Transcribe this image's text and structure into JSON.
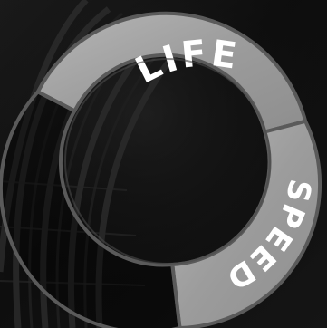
{
  "ring": {
    "segments": [
      {
        "id": "life",
        "label": "LIFE",
        "state": "active"
      },
      {
        "id": "speed",
        "label": "SPEED",
        "state": "active"
      },
      {
        "id": "empty",
        "label": "",
        "state": "inactive"
      }
    ],
    "active_fill": "#a9a9a9",
    "inactive_fill": "#000000",
    "outline": "#5a5a5a",
    "label_color": "#ffffff"
  },
  "background": {
    "theme": "dark tunnel",
    "color": "#0f0f0f"
  }
}
